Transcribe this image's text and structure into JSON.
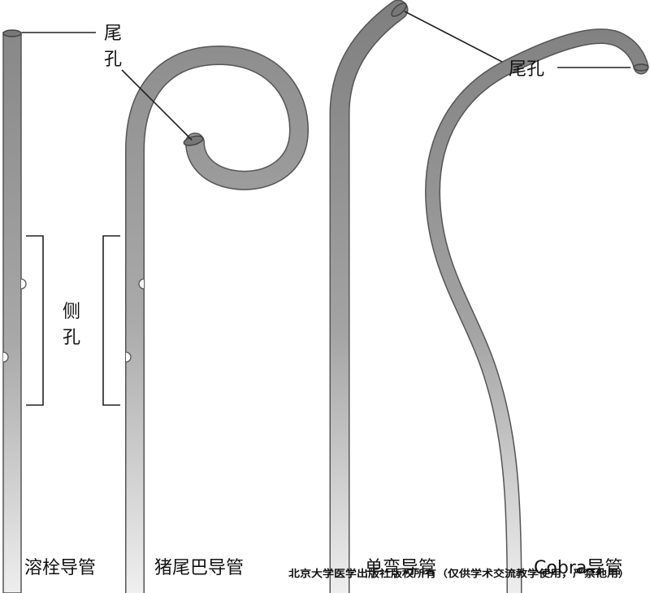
{
  "catheters": [
    {
      "name": "溶栓导管"
    },
    {
      "name": "猪尾巴导管"
    },
    {
      "name": "单弯导管"
    },
    {
      "name": "Cobra导管"
    }
  ],
  "labels": {
    "tail_hole_1": "尾",
    "tail_hole_2": "孔",
    "side_hole_1": "侧",
    "side_hole_2": "孔",
    "tail_hole_right": "尾孔"
  },
  "watermark": "北京大学医学出版社版权所有（仅供学术交流教学使用，严禁他用）",
  "colors": {
    "tube_dark": "#8a8a8a",
    "tube_light": "#ececec",
    "tube_edge": "#555555"
  }
}
